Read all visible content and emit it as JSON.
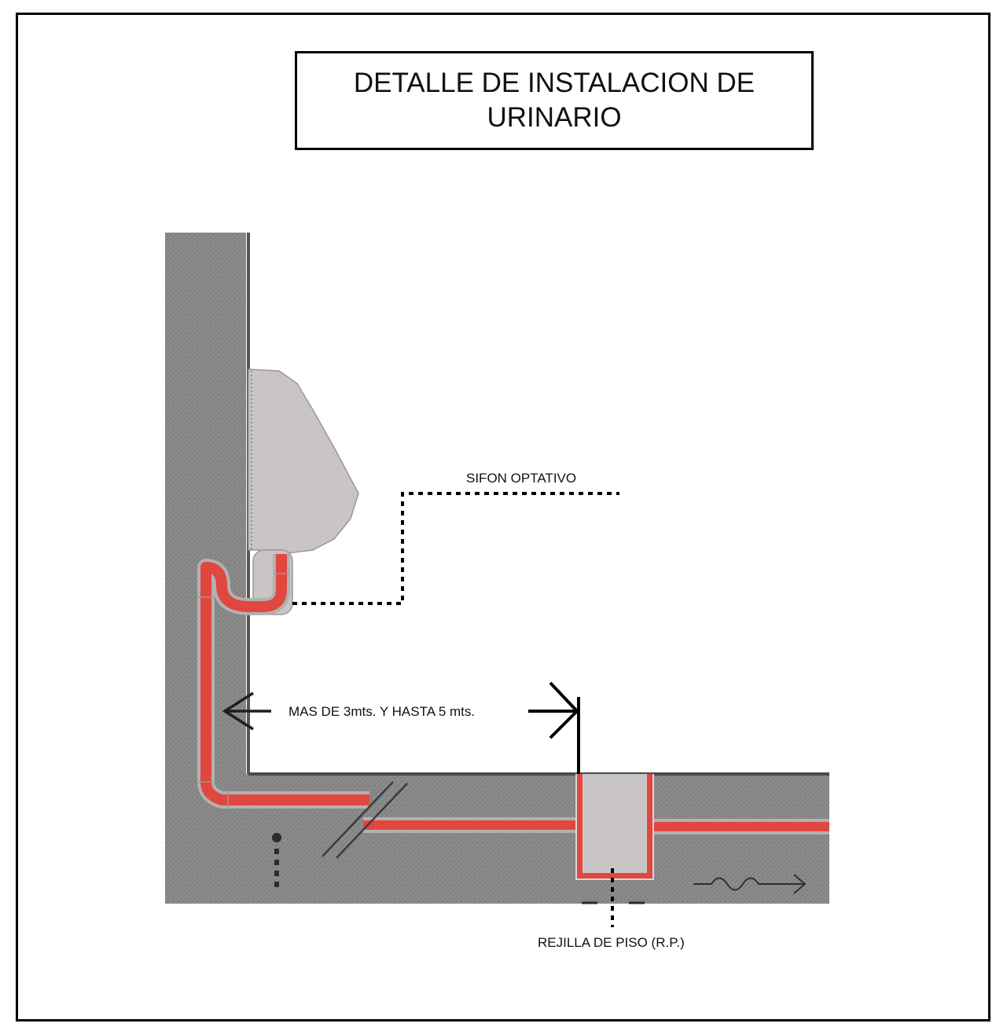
{
  "title": {
    "line1": "DETALLE DE INSTALACION DE",
    "line2": "URINARIO"
  },
  "labels": {
    "sifon": "SIFON OPTATIVO",
    "distance": "MAS DE 3mts. Y HASTA 5 mts.",
    "rejilla": "REJILLA DE PISO (R.P.)"
  },
  "colors": {
    "wall": "#8a8a8a",
    "pipe": "#e0483f",
    "fixture": "#c9c5c6",
    "lines": "#000000"
  }
}
